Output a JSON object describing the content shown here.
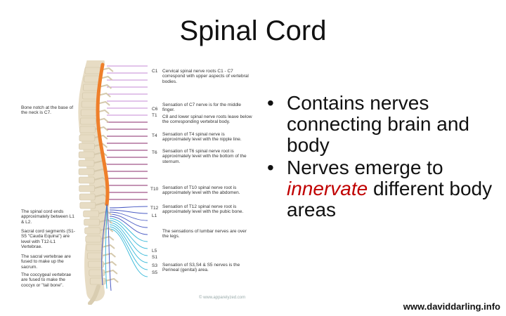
{
  "slide": {
    "title": "Spinal Cord",
    "bullets": [
      {
        "text": "Contains nerves connecting brain and body"
      },
      {
        "before": "Nerves emerge to ",
        "emphasis": "innervate",
        "after": " different body areas"
      }
    ],
    "bullet_symbol": "•",
    "credit": "www.daviddarling.info"
  },
  "figure": {
    "left_notes": [
      "Bone notch at the base of the neck is C7.",
      "The spinal cord ends approximately between L1 & L2.",
      "Sacral cord segments (S1-S5 \"Cauda Equina\") are level with T12-L1 Vertebrae.",
      "The sacral vertebrae are fused to make up the sacrum.",
      "The coccygeal vertebrae are fused to make the coccyx or \"tail bone\"."
    ],
    "vertebra_labels": [
      "C1",
      "C6",
      "T1",
      "T4",
      "T6",
      "T10",
      "T12",
      "L1",
      "L5",
      "S1",
      "S3",
      "S5"
    ],
    "right_notes": [
      "Cervical spinal nerve roots C1 - C7 correspond with upper aspects of vertebral bodies.",
      "Sensation of C7 nerve is for the middle finger.",
      "C8 and lower spinal nerve roots leave below the corresponding vertebral body.",
      "Sensation of T4 spinal nerve is approximately level with the nipple line.",
      "Sensation of T6 spinal nerve root is approximately level with the bottom of the sternum.",
      "Sensation of T10 spinal nerve root is approximately level with the abdomen.",
      "Sensation of T12 spinal nerve root is approximately level with the pubic bone.",
      "The sensations of lumbar nerves are over the legs.",
      "Sensation of S3,S4 & S5 nerves is the Perineal (genital) area."
    ],
    "watermark": "© www.apparelyzed.com",
    "colors": {
      "cord": "#ef7f2a",
      "bone": "#e7dcc4",
      "cervical_nerves": "#c58ad6",
      "thoracic_nerves": "#8a2a6b",
      "lumbar_nerves": "#4a5bc4",
      "sacral_nerves": "#38b9d9",
      "accent": "#c00000"
    }
  }
}
